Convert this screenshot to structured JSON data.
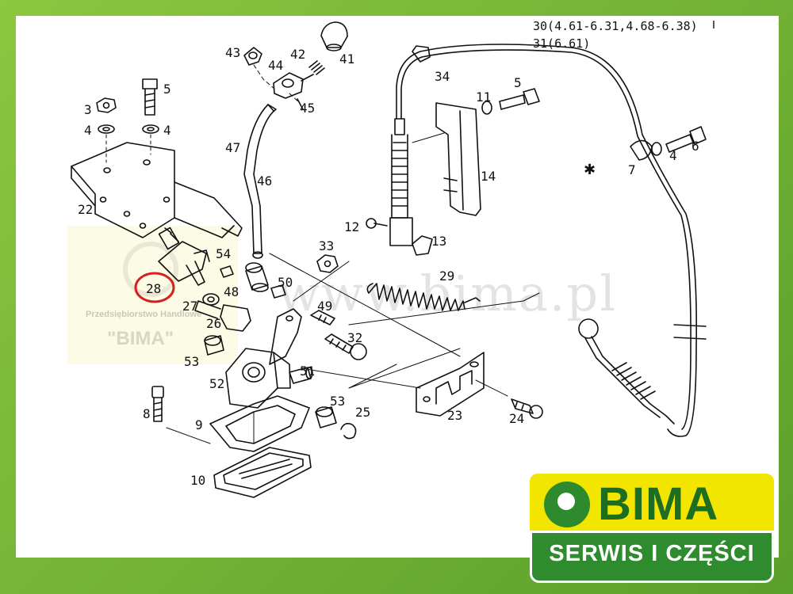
{
  "header": {
    "line1": "30(4.61-6.31,4.68-6.38)",
    "line2": "31(6.61)"
  },
  "watermark": {
    "url": "www.bima.pl",
    "company_line": "Przedsiębiorstwo Handlowe",
    "company_name": "\"BIMA\""
  },
  "parts": {
    "p3": "3",
    "p4a": "4",
    "p5a": "5",
    "p4b": "4",
    "p22": "22",
    "p43": "43",
    "p44": "44",
    "p42": "42",
    "p41": "41",
    "p45": "45",
    "p47": "47",
    "p46": "46",
    "p34": "34",
    "p11": "11",
    "p5b": "5",
    "p6": "6",
    "p4c": "4",
    "p7": "7",
    "p14": "14",
    "p12": "12",
    "p13": "13",
    "p33": "33",
    "p54": "54",
    "p48": "48",
    "p50": "50",
    "p29": "29",
    "p28": "28",
    "p27": "27",
    "p26": "26",
    "p49": "49",
    "p32": "32",
    "p53a": "53",
    "p51": "51",
    "p52": "52",
    "p53b": "53",
    "p25": "25",
    "p23": "23",
    "p24": "24",
    "p8": "8",
    "p9": "9",
    "p10": "10"
  },
  "highlight": {
    "part": "28",
    "color": "#d42020"
  },
  "brand": {
    "name": "BIMA",
    "tagline": "SERWIS I CZĘŚCI",
    "colors": {
      "yellow": "#f2e600",
      "green": "#2e8b2e",
      "dark_green": "#1e6e22",
      "frame": "#8dc63f"
    }
  }
}
